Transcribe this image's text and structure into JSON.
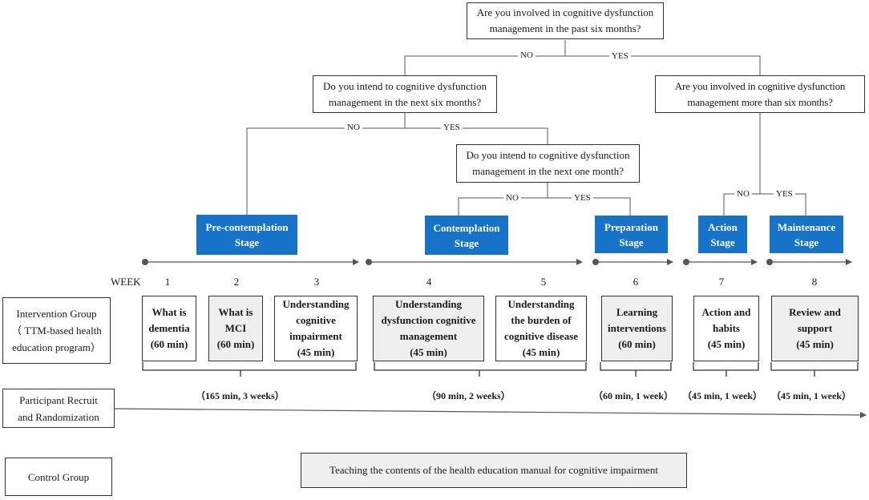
{
  "questions": {
    "q1": "Are you involved in cognitive dysfunction\nmanagement in the past six months?",
    "q2": "Do you intend to cognitive dysfunction\nmanagement in the next six months?",
    "q3": "Are you involved in cognitive dysfunction\nmanagement more than six months?",
    "q4": "Do you intend to cognitive dysfunction\nmanagement in the next one month?"
  },
  "branch_labels": {
    "no": "NO",
    "yes": "YES"
  },
  "stages": [
    "Pre-contemplation\nStage",
    "Contemplation\nStage",
    "Preparation\nStage",
    "Action\nStage",
    "Maintenance\nStage"
  ],
  "week_label": "WEEK",
  "weeks": [
    "1",
    "2",
    "3",
    "4",
    "5",
    "6",
    "7",
    "8"
  ],
  "sessions": [
    "What is\ndementia\n(60 min)",
    "What is\nMCI\n(60 min)",
    "Understanding\ncognitive\nimpairment\n(45 min)",
    "Understanding\ndysfunction cognitive\nmanagement\n(45 min)",
    "Understanding\nthe burden of\ncognitive disease\n(45 min)",
    "Learning\ninterventions\n(60 min)",
    "Action and\nhabits\n(45 min)",
    "Review and\nsupport\n(45 min)"
  ],
  "totals": [
    "（165 min, 3 weeks）",
    "（90 min, 2 weeks）",
    "（60 min, 1 week）",
    "（45 min, 1 week）",
    "（45 min, 1 week）"
  ],
  "groups": {
    "intervention": "Intervention Group\n（ TTM-based health\neducation program）",
    "recruit": "Participant Recruit\nand Randomization",
    "control": "Control Group",
    "control_content": "Teaching the contents of the health education manual for cognitive impairment"
  },
  "colors": {
    "stage_fill": "#1673c7",
    "line": "#555555",
    "grey_box": "#efefef"
  }
}
